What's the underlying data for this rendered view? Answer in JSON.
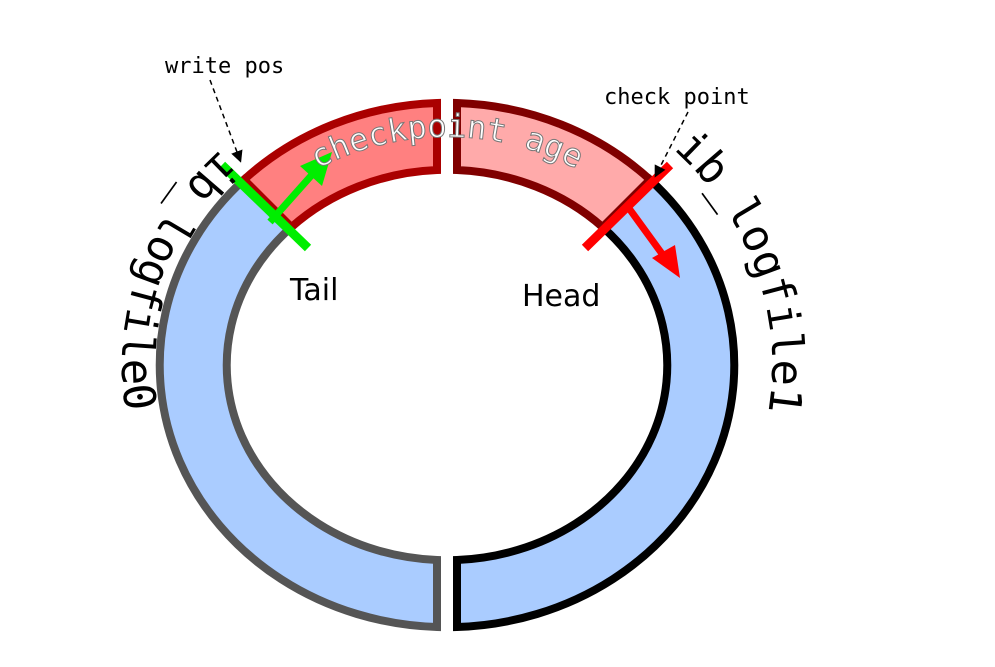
{
  "labels": {
    "write_pos": "write pos",
    "check_point": "check point",
    "tail": "Tail",
    "head": "Head",
    "checkpoint_age": "checkpoint age",
    "logfile0": "ib_logfile0",
    "logfile1": "ib_logfile1"
  },
  "colors": {
    "log_fill": "#aaccff",
    "age_fill_left": "#ff8080",
    "age_fill_right": "#ffaaaa",
    "age_stroke_left": "#aa0000",
    "age_stroke_right": "#800000",
    "write_pos_marker": "#00ee00",
    "checkpoint_marker": "#ff0000"
  }
}
